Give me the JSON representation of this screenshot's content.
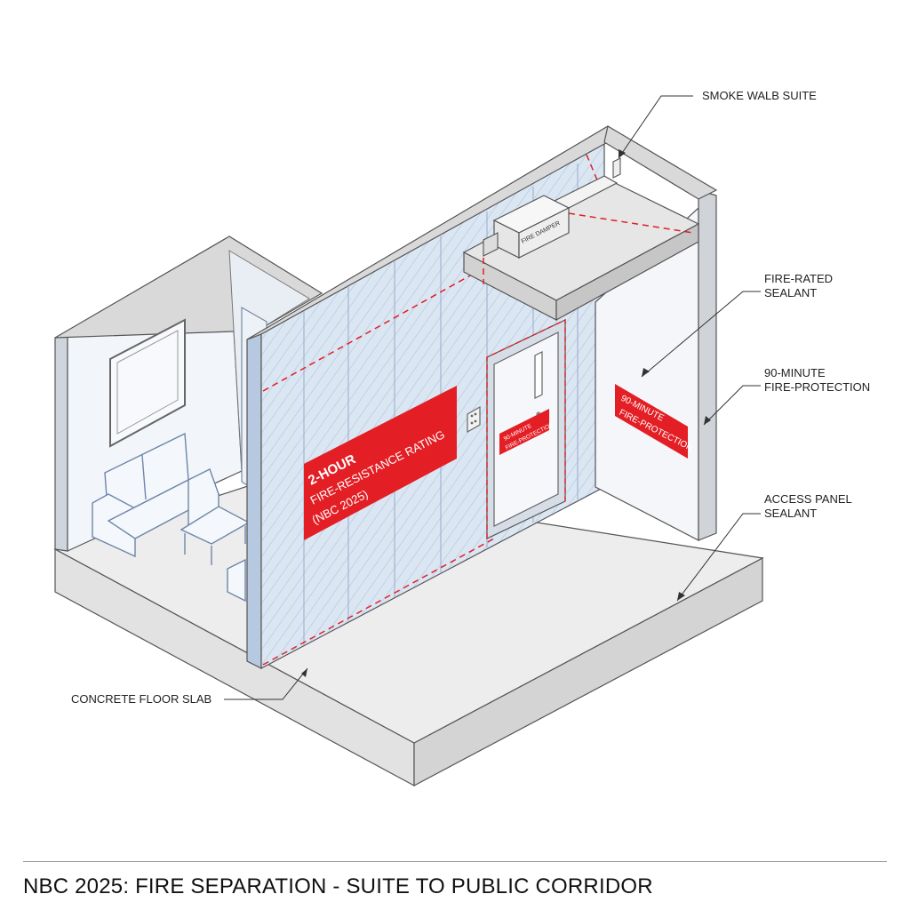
{
  "title": "NBC 2025: FIRE SEPARATION - SUITE TO PUBLIC CORRIDOR",
  "callouts": {
    "smoke_seal": "SMOKE WALB SUITE",
    "fire_rated_sealant": [
      "FIRE-RATED",
      "SEALANT"
    ],
    "fire_protection": [
      "90-MINUTE",
      "FIRE-PROTECTION"
    ],
    "access_panel": [
      "ACCESS PANEL",
      "SEALANT"
    ],
    "floor_slab": "CONCRETE FLOOR SLAB"
  },
  "labels": {
    "wall_rating": [
      "2-HOUR",
      "FIRE-RESISTANCE RATING",
      "(NBC 2025)"
    ],
    "door_rating": [
      "90-MINUTE",
      "FIRE-PROTECTION"
    ],
    "corridor_rating": [
      "90-MINUTE",
      "FIRE-PROTECTION"
    ],
    "fire_damper": "FIRE DAMPER"
  },
  "colors": {
    "rating_red": "#e31e24",
    "wall_blue": "#dbe6f3",
    "outline": "#555555",
    "slab_grey": "#ededed"
  }
}
